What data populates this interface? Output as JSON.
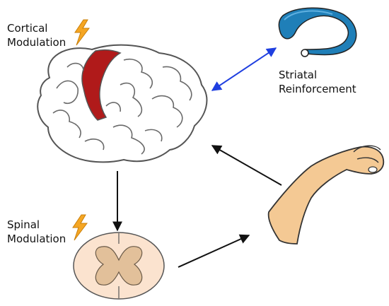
{
  "labels": {
    "cortical": [
      "Cortical",
      "Modulation"
    ],
    "spinal": [
      "Spinal",
      "Modulation"
    ],
    "striatal": [
      "Striatal",
      "Reinforcement"
    ]
  },
  "colors": {
    "motor_cortex": "#b01a1a",
    "striatum": "#1f7fb8",
    "bolt": "#f5a623",
    "skin": "#f4c994",
    "spinal_cord": "#fbe3cf",
    "grey_matter": "#e2c09a",
    "arrow": "#111111",
    "bidirectional_arrow": "#1f3fe0"
  },
  "icons": [
    "lightning-bolt-icon",
    "brain-icon",
    "striatum-icon",
    "spinal-cord-icon",
    "arm-icon"
  ]
}
